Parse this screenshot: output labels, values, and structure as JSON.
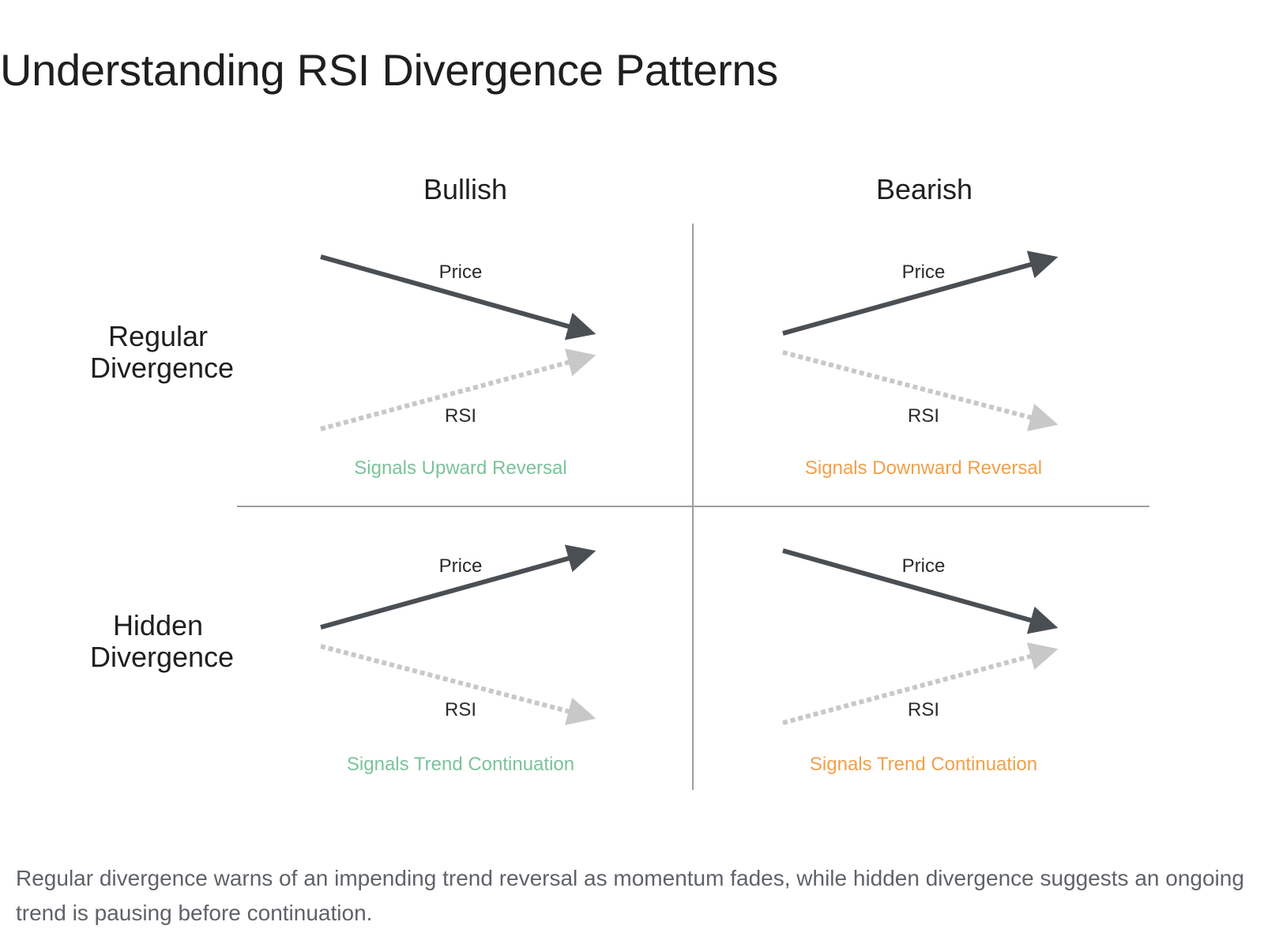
{
  "title": "Understanding RSI Divergence Patterns",
  "columns": [
    "Bullish",
    "Bearish"
  ],
  "rows": [
    [
      "Regular",
      "Divergence"
    ],
    [
      "Hidden",
      "Divergence"
    ]
  ],
  "labels": {
    "price": "Price",
    "rsi": "RSI"
  },
  "signals": {
    "regular_bullish": "Signals Upward Reversal",
    "regular_bearish": "Signals Downward Reversal",
    "hidden_bullish": "Signals Trend Continuation",
    "hidden_bearish": "Signals Trend Continuation"
  },
  "colors": {
    "bullish": "#7cc29a",
    "bearish": "#f0a04b",
    "price_line": "#4a4f54",
    "rsi_line": "#c8c8c8",
    "divider": "#9e9e9e"
  },
  "caption": "Regular divergence warns of an impending trend reversal as momentum fades, while hidden divergence suggests an ongoing trend is pausing before continuation."
}
